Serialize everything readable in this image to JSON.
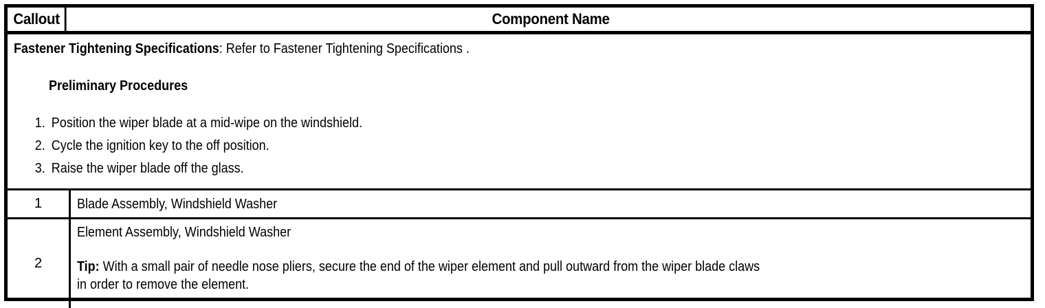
{
  "table": {
    "header": {
      "callout_label": "Callout",
      "component_label": "Component Name"
    },
    "spec_row": {
      "spec_bold": "Fastener Tightening Specifications",
      "spec_rest": ": Refer to Fastener Tightening Specifications .",
      "preliminary_heading": "Preliminary Procedures",
      "steps": [
        {
          "number": "1.",
          "text": "Position the wiper blade at a mid-wipe on the windshield."
        },
        {
          "number": "2.",
          "text": "Cycle the ignition key to the off position."
        },
        {
          "number": "3.",
          "text": "Raise the wiper blade off the glass."
        }
      ]
    },
    "rows": [
      {
        "callout": "1",
        "name": "Blade Assembly, Windshield Washer"
      },
      {
        "callout": "2",
        "name": "Element Assembly, Windshield Washer",
        "tip_label": "Tip:",
        "tip_line1": " With a small pair of needle nose pliers, secure the end of the wiper element and pull outward from the wiper blade claws",
        "tip_line2": "in order to remove the element."
      }
    ]
  },
  "colors": {
    "border": "#000000",
    "text": "#000000",
    "background": "#ffffff"
  }
}
